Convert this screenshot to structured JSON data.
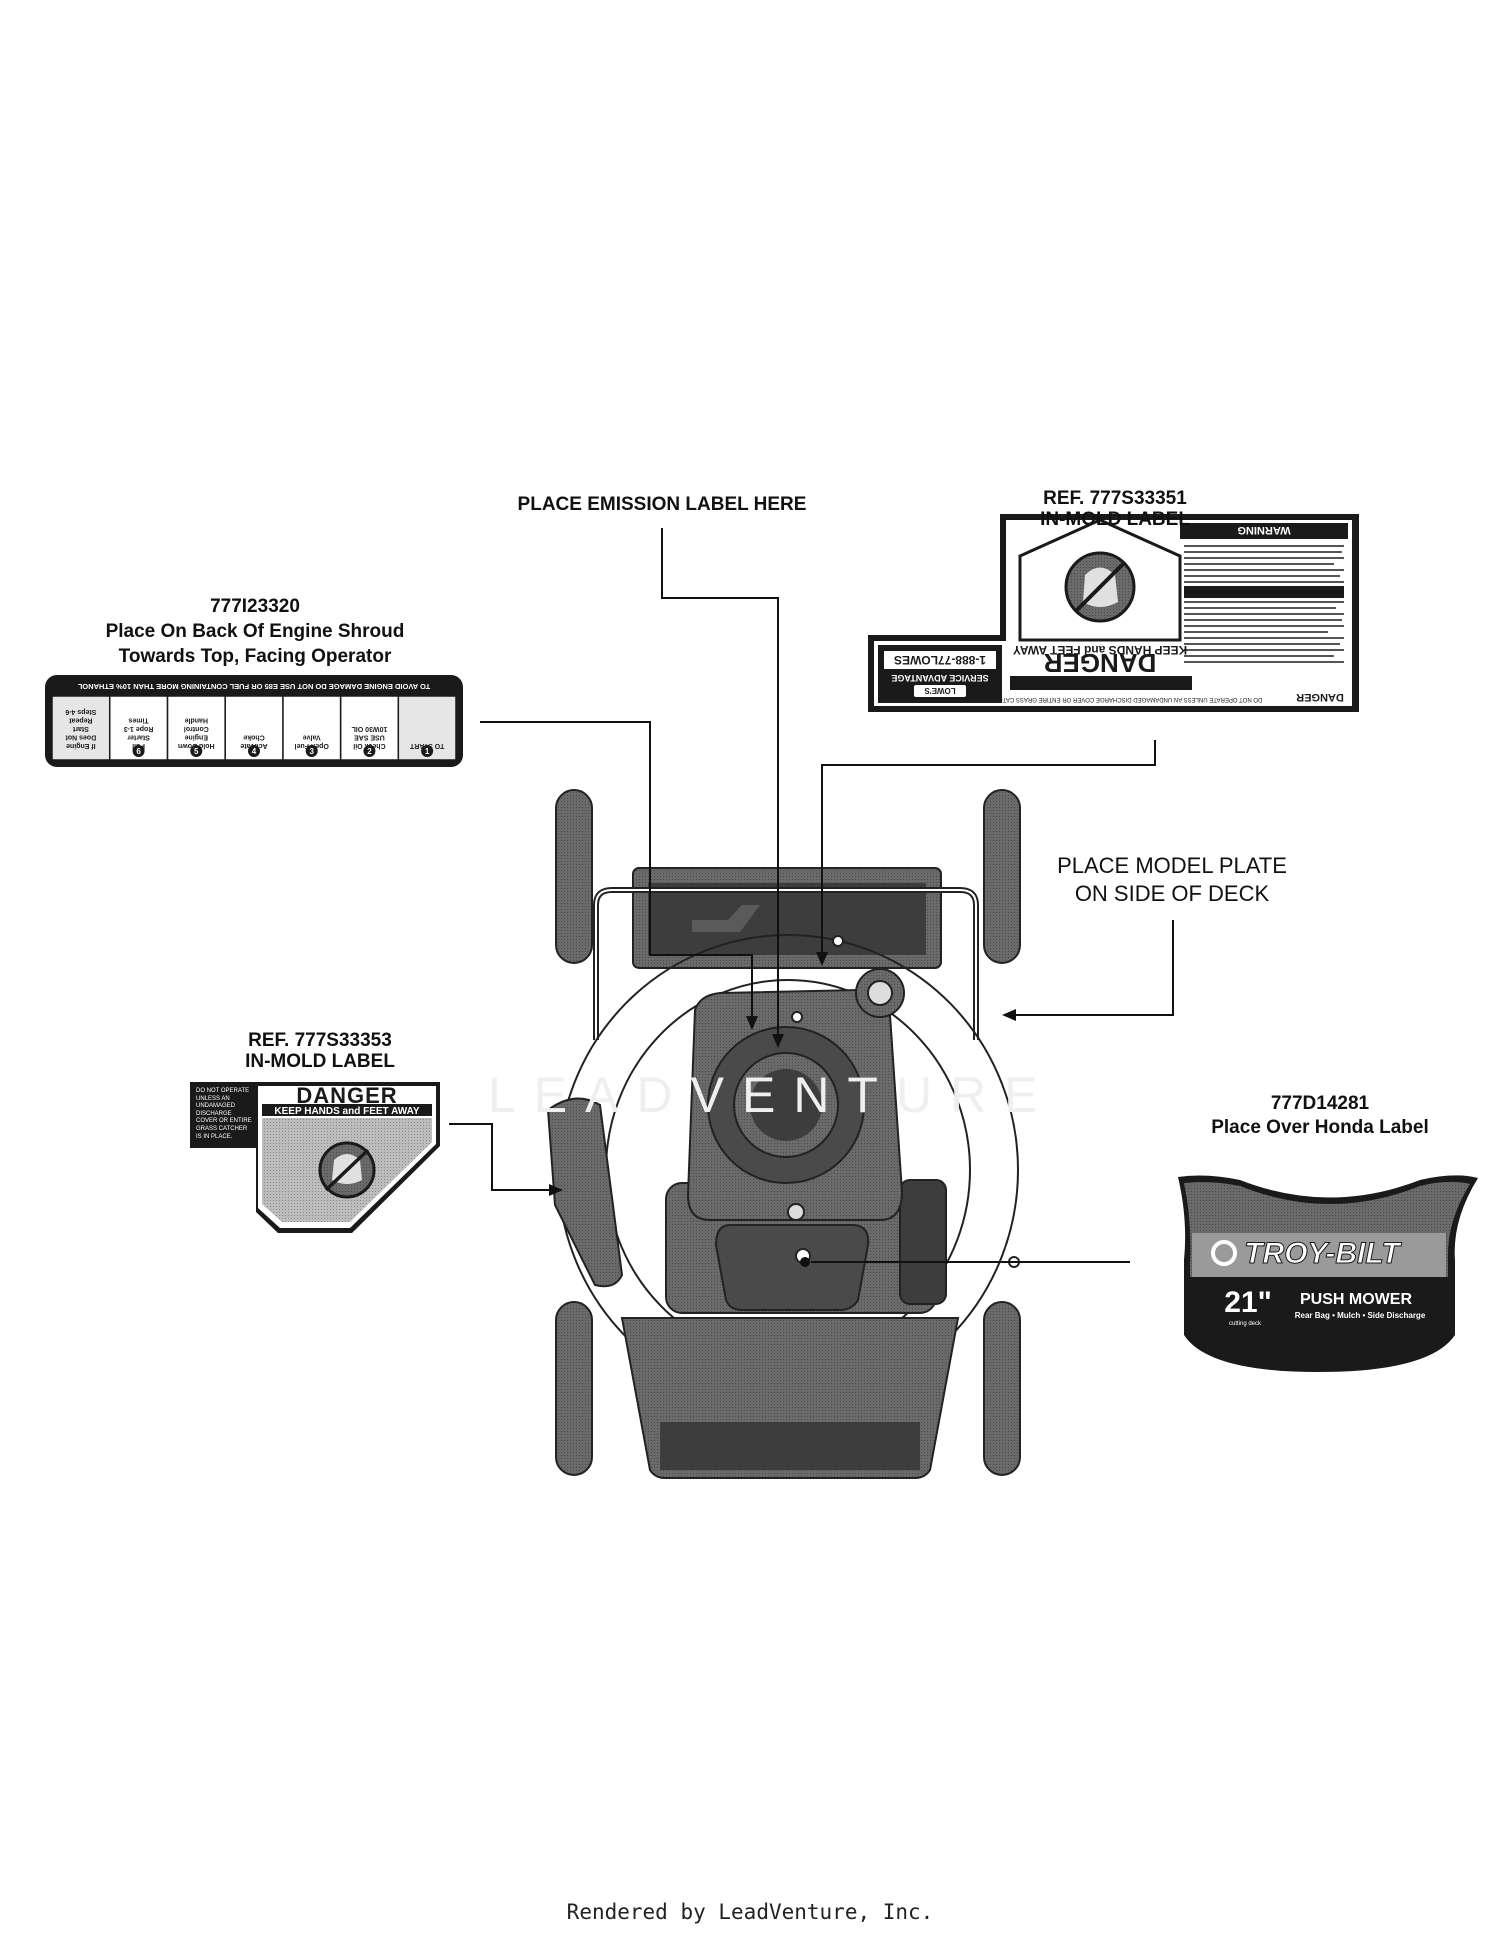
{
  "watermark": "LEADVENTURE",
  "footer": "Rendered by LeadVenture, Inc.",
  "callouts": {
    "emission": {
      "line1": "PLACE EMISSION LABEL HERE"
    },
    "ref351": {
      "line1": "REF. 777S33351",
      "line2": "IN-MOLD LABEL"
    },
    "part320": {
      "line1": "777I23320",
      "line2": "Place On Back Of Engine Shroud",
      "line3": "Towards Top, Facing Operator"
    },
    "modelplate": {
      "line1": "PLACE MODEL PLATE",
      "line2": "ON SIDE OF DECK"
    },
    "ref353": {
      "line1": "REF. 777S33353",
      "line2": "IN-MOLD LABEL"
    },
    "part281": {
      "line1": "777D14281",
      "line2": "Place Over Honda Label"
    }
  },
  "labels": {
    "start_label": {
      "banner": "TO AVOID ENGINE DAMAGE   DO NOT USE E85 OR FUEL CONTAINING MORE THAN 10% ETHANOL",
      "steps": [
        {
          "num": "1",
          "text": "TO START"
        },
        {
          "num": "2",
          "text": "Check Oil  USE SAE 10W30 OIL"
        },
        {
          "num": "3",
          "text": "Open Fuel Valve"
        },
        {
          "num": "4",
          "text": "Activate Choke"
        },
        {
          "num": "5",
          "text": "Hold Down Engine Control Handle"
        },
        {
          "num": "6",
          "text": "Pull Starter Rope 1-3 Times"
        },
        {
          "num": "",
          "text": "If Engine Does Not Start Repeat Steps 4-6"
        }
      ]
    },
    "danger_large": {
      "heading": "DANGER",
      "subheading": "KEEP HANDS and FEET AWAY",
      "warning": "WARNING",
      "danger_small": "DANGER",
      "note": "DO NOT OPERATE UNLESS AN UNDAMAGED DISCHARGE COVER OR ENTIRE GRASS CATCHER IS IN PLACE.",
      "brand": "LOWE'S",
      "service": "SERVICE ADVANTAGE",
      "phone": "1-888-77LOWES"
    },
    "danger_small_label": {
      "heading": "DANGER",
      "subheading": "KEEP HANDS and FEET AWAY",
      "note": "DO NOT OPERATE UNLESS AN UNDAMAGED DISCHARGE COVER OR ENTIRE GRASS CATCHER IS IN PLACE."
    },
    "honda_cover": {
      "brand": "TROY-BILT",
      "size": "21\"",
      "size_sub": "cutting deck",
      "model": "PUSH MOWER",
      "features": "Rear Bag • Mulch • Side Discharge"
    }
  },
  "colors": {
    "ink": "#111111",
    "mower": "#5a5a5a",
    "mower_dark": "#3d3d3d",
    "label_gray": "#9a9a9a"
  }
}
